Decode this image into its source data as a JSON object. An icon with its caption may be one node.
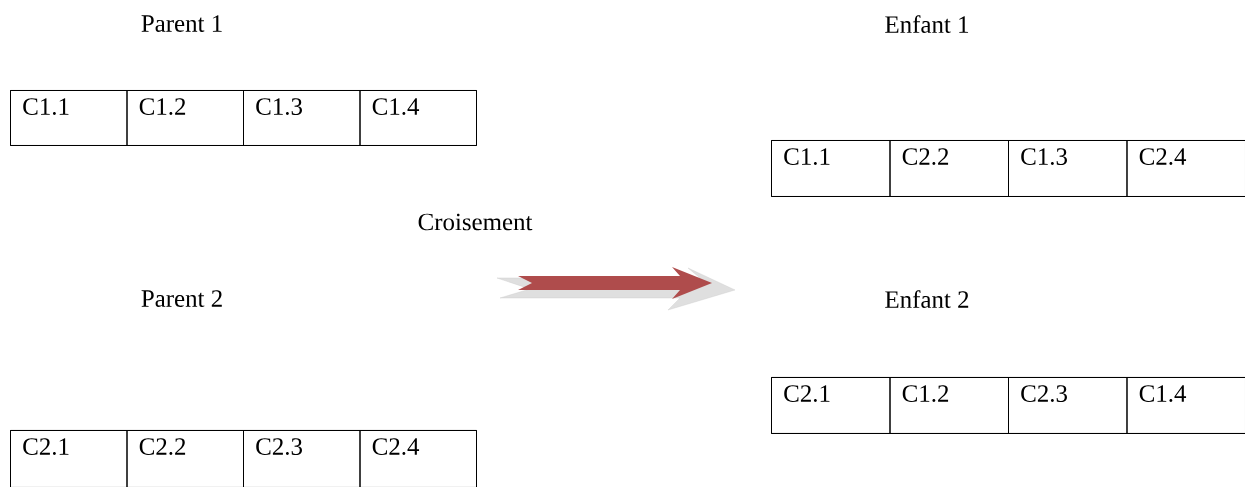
{
  "diagram": {
    "nodes": [
      {
        "text": [
          "Parent 1"
        ]
      },
      {
        "text": [
          "C1.1"
        ],
        "in": 0
      },
      {
        "text": [
          "C1.2"
        ],
        "in": 0
      },
      {
        "text": [
          "C1.3"
        ],
        "in": 0
      },
      {
        "text": [
          "C1.4"
        ],
        "in": 0
      },
      {
        "text": [
          "Parent 2"
        ]
      },
      {
        "text": [
          "C2.1"
        ],
        "in": 5
      },
      {
        "text": [
          "C2.2"
        ],
        "in": 5
      },
      {
        "text": [
          "C2.3"
        ],
        "in": 5
      },
      {
        "text": [
          "C2.4"
        ],
        "in": 5
      },
      {
        "text": [
          "Enfant 1"
        ]
      },
      {
        "text": [
          "C1.1"
        ],
        "in": 10
      },
      {
        "text": [
          "C2.2"
        ],
        "in": 10
      },
      {
        "text": [
          "C1.3"
        ],
        "in": 10
      },
      {
        "text": [
          "C2.4"
        ],
        "in": 10
      },
      {
        "text": [
          "Enfant 2"
        ]
      },
      {
        "text": [
          "C2.1"
        ],
        "in": 15
      },
      {
        "text": [
          "C1.2"
        ],
        "in": 15
      },
      {
        "text": [
          "C2.3"
        ],
        "in": 15
      },
      {
        "text": [
          "C1.4"
        ],
        "in": 15
      }
    ],
    "edges": [],
    "labels": [
      "Croisement"
    ]
  }
}
